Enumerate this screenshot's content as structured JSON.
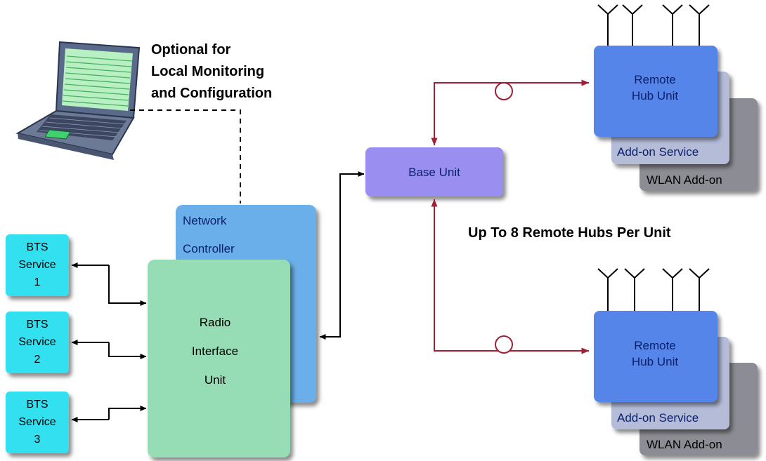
{
  "laptop_note": [
    "Optional for",
    "Local Monitoring",
    "and Configuration"
  ],
  "network_controller": [
    "Network",
    "Controller"
  ],
  "radio_interface_unit": [
    "Radio",
    "Interface",
    "Unit"
  ],
  "base_unit": "Base Unit",
  "hubs_note": "Up To 8 Remote Hubs Per Unit",
  "bts_services": [
    [
      "BTS",
      "Service",
      "1"
    ],
    [
      "BTS",
      "Service",
      "2"
    ],
    [
      "BTS",
      "Service",
      "3"
    ]
  ],
  "remote_hubs": [
    {
      "title": [
        "Remote",
        "Hub Unit"
      ],
      "addon": "Add-on Service",
      "wlan": "WLAN Add-on"
    },
    {
      "title": [
        "Remote",
        "Hub Unit"
      ],
      "addon": "Add-on Service",
      "wlan": "WLAN Add-on"
    }
  ],
  "colors": {
    "bts": "#33e0f0",
    "network_controller": "#6aaeea",
    "radio_interface_unit": "#96dcb4",
    "base_unit": "#9a8ef0",
    "remote_hub": "#5585e8",
    "addon": "#b4bcd8",
    "wlan": "#8c8c94",
    "red_link": "#a02035"
  }
}
